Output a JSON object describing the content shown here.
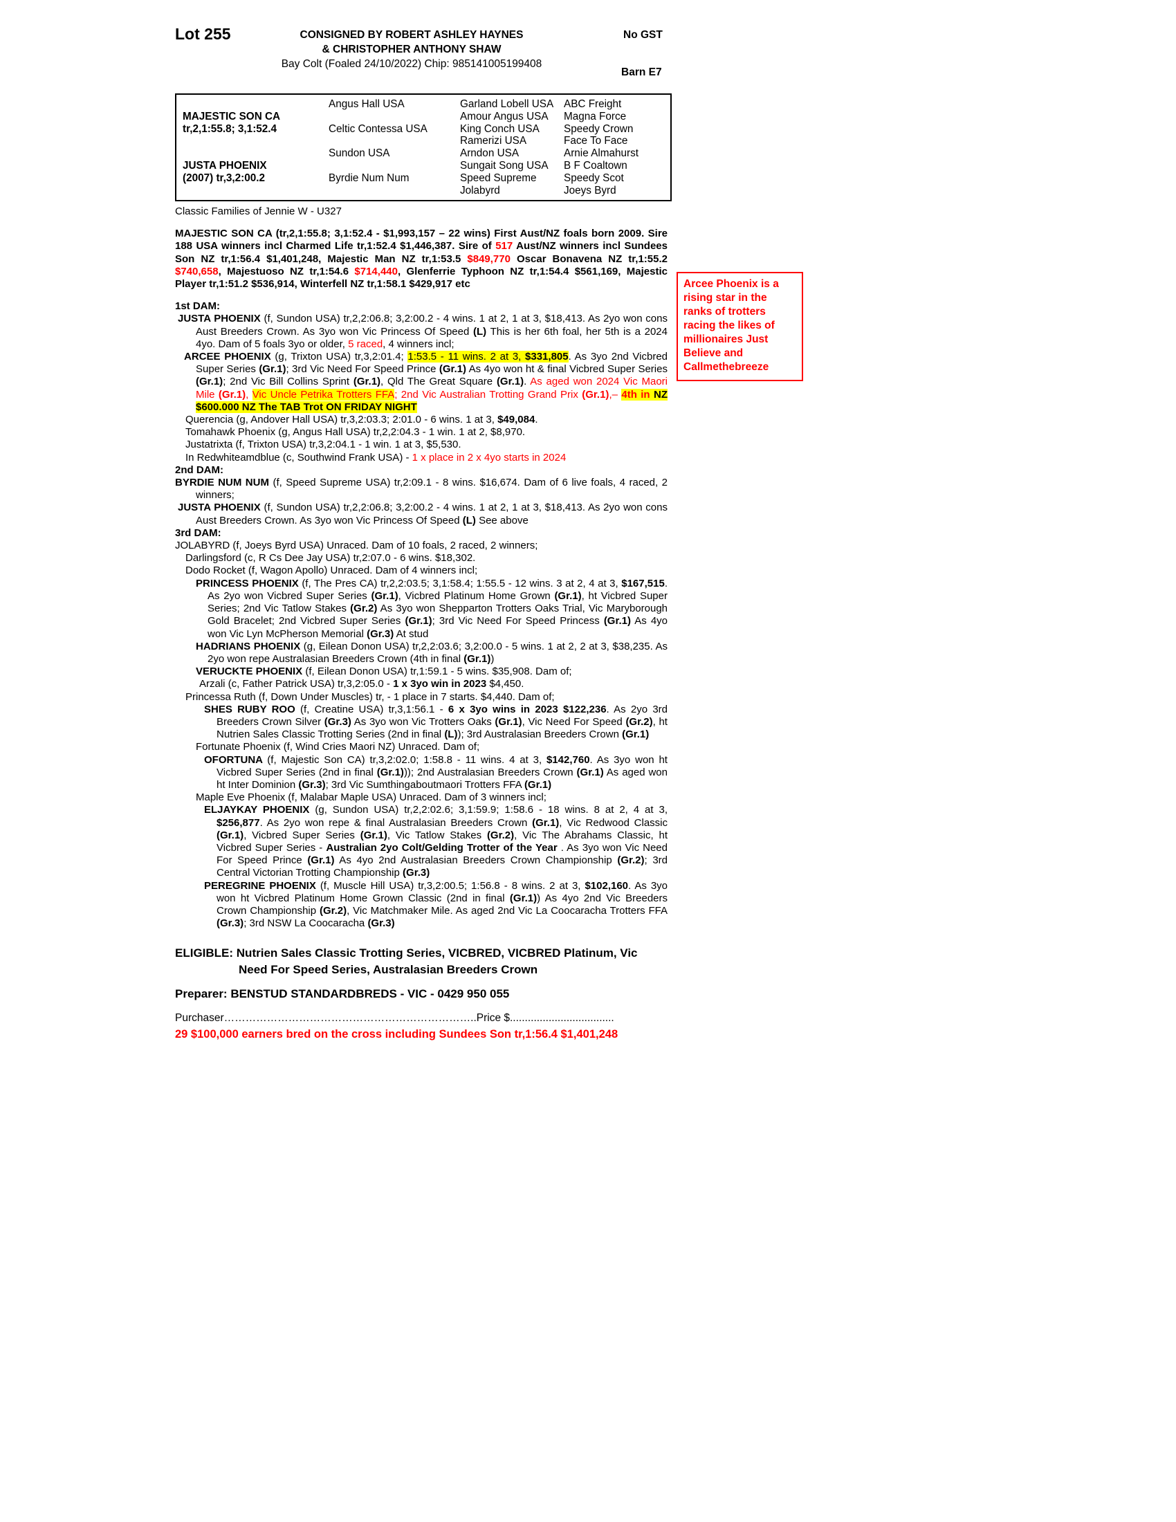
{
  "header": {
    "lot": "Lot 255",
    "consigned_line1": "CONSIGNED BY ROBERT ASHLEY HAYNES",
    "consigned_line2": "& CHRISTOPHER ANTHONY SHAW",
    "foal_info": "Bay Colt (Foaled  24/10/2022) Chip: 985141005199408",
    "no_gst": "No GST",
    "barn": "Barn E7"
  },
  "pedigree": {
    "sire": {
      "name": "MAJESTIC SON CA",
      "record": "tr,2,1:55.8; 3,1:52.4"
    },
    "dam": {
      "name": "JUSTA PHOENIX",
      "record": "(2007) tr,3,2:00.2"
    },
    "gen2": [
      "Angus Hall USA",
      "Celtic Contessa USA",
      "Sundon USA",
      "Byrdie Num Num"
    ],
    "gen3": [
      "Garland Lobell USA",
      "Amour Angus USA",
      "King Conch USA",
      "Ramerizi USA",
      "Arndon USA",
      "Sungait Song USA",
      "Speed Supreme",
      "Jolabyrd"
    ],
    "gen4": [
      "ABC Freight",
      "Magna Force",
      "Speedy Crown",
      "Face To Face",
      "Arnie Almahurst",
      "B F Coaltown",
      "Speedy Scot",
      "Joeys Byrd"
    ]
  },
  "classic_families": "Classic Families of Jennie W - U327",
  "sidebar_note": "Arcee Phoenix is a rising star in the ranks of trotters racing the likes of millionaires Just Believe and Callmethebreeze",
  "sire_note": [
    {
      "t": "MAJESTIC SON CA (tr,2,1:55.8; 3,1:52.4 - $1,993,157 – 22 wins) First Aust/NZ foals born 2009. Sire 188 USA winners incl Charmed Life tr,1:52.4 $1,446,387. Sire of ",
      "c": "b"
    },
    {
      "t": "517",
      "c": "b r"
    },
    {
      "t": " Aust/NZ winners incl Sundees Son NZ tr,1:56.4 $1,401,248, Majestic Man NZ tr,1:53.5 ",
      "c": "b"
    },
    {
      "t": "$849,770",
      "c": "b r"
    },
    {
      "t": " Oscar Bonavena NZ tr,1:55.2 ",
      "c": "b"
    },
    {
      "t": "$740,658",
      "c": "b r"
    },
    {
      "t": ", Majestuoso NZ tr,1:54.6 ",
      "c": "b"
    },
    {
      "t": "$714,440",
      "c": "b r"
    },
    {
      "t": ", Glenferrie Typhoon NZ tr,1:54.4 $561,169, Majestic Player tr,1:51.2 $536,914, Winterfell NZ tr,1:58.1 $429,917 etc",
      "c": "b"
    }
  ],
  "dam1": {
    "heading": "1st DAM:",
    "justa": [
      {
        "t": "JUSTA PHOENIX ",
        "c": "b"
      },
      {
        "t": "(f, Sundon USA) tr,2,2:06.8; 3,2:00.2 - 4 wins. 1 at 2, 1 at 3, $18,413. As 2yo won cons Aust Breeders Crown. As 3yo won Vic Princess Of Speed "
      },
      {
        "t": "(L)",
        "c": "b"
      },
      {
        "t": " This is her 6th foal, her 5th is a 2024 4yo. Dam of 5 foals 3yo or older, "
      },
      {
        "t": "5 raced",
        "c": "r"
      },
      {
        "t": ", 4 winners incl;"
      }
    ],
    "arcee": [
      {
        "t": "ARCEE PHOENIX ",
        "c": "b"
      },
      {
        "t": "(g, Trixton USA) tr,3,2:01.4; "
      },
      {
        "t": "1:53.5 - 11 wins. 2 at 3, ",
        "c": "hl"
      },
      {
        "t": "$331,805",
        "c": "b hl"
      },
      {
        "t": ". As 3yo 2nd Vicbred Super Series "
      },
      {
        "t": "(Gr.1)",
        "c": "b"
      },
      {
        "t": "; 3rd Vic Need For Speed Prince "
      },
      {
        "t": "(Gr.1)",
        "c": "b"
      },
      {
        "t": " As 4yo won ht & final Vicbred Super Series "
      },
      {
        "t": "(Gr.1)",
        "c": "b"
      },
      {
        "t": "; 2nd Vic Bill Collins Sprint "
      },
      {
        "t": "(Gr.1)",
        "c": "b"
      },
      {
        "t": ", Qld The Great Square "
      },
      {
        "t": "(Gr.1)",
        "c": "b"
      },
      {
        "t": ". "
      },
      {
        "t": "As aged won 2024 Vic Maori Mile ",
        "c": "r"
      },
      {
        "t": "(Gr.1)",
        "c": "b r"
      },
      {
        "t": ", ",
        "c": "r"
      },
      {
        "t": "Vic Uncle Petrika Trotters FFA",
        "c": "r hl"
      },
      {
        "t": "; 2nd Vic Australian Trotting Grand Prix ",
        "c": "r"
      },
      {
        "t": "(Gr.1)",
        "c": "b r"
      },
      {
        "t": ",– ",
        "c": "r"
      },
      {
        "t": "4th in",
        "c": "b r hl"
      },
      {
        "t": " NZ $600.000 NZ The TAB Trot ON FRIDAY NIGHT",
        "c": "b hl"
      }
    ],
    "querencia": [
      {
        "t": "Querencia (g, Andover Hall USA) tr,3,2:03.3; 2:01.0 - 6 wins. 1 at 3, "
      },
      {
        "t": "$49,084",
        "c": "b"
      },
      {
        "t": "."
      }
    ],
    "tomahawk": [
      {
        "t": "Tomahawk Phoenix (g, Angus Hall USA) tr,2,2:04.3 - 1 win. 1 at 2, $8,970."
      }
    ],
    "justatrixta": [
      {
        "t": "Justatrixta (f, Trixton USA) tr,3,2:04.1 - 1 win. 1 at 3, $5,530."
      }
    ],
    "redwhiteamdblue": [
      {
        "t": "In Redwhiteamdblue (c, Southwind Frank USA) - "
      },
      {
        "t": "1 x place in 2 x 4yo starts in 2024",
        "c": "r"
      }
    ]
  },
  "dam2": {
    "heading": "2nd DAM:",
    "byrdie": [
      {
        "t": "BYRDIE NUM NUM ",
        "c": "b"
      },
      {
        "t": "(f, Speed Supreme USA) tr,2:09.1 - 8 wins. $16,674. Dam of 6 live foals, 4 raced, 2 winners;"
      }
    ],
    "justa": [
      {
        "t": "JUSTA PHOENIX ",
        "c": "b"
      },
      {
        "t": "(f, Sundon USA) tr,2,2:06.8; 3,2:00.2 - 4 wins. 1 at 2, 1 at 3, $18,413. As 2yo won cons Aust Breeders Crown. As 3yo won Vic Princess Of Speed "
      },
      {
        "t": "(L)",
        "c": "b"
      },
      {
        "t": "  See above"
      }
    ]
  },
  "dam3": {
    "heading": "3rd DAM:",
    "jolabyrd": [
      {
        "t": "JOLABYRD (f, Joeys Byrd USA) Unraced. Dam of 10 foals, 2 raced, 2 winners;"
      }
    ],
    "darlingsford": [
      {
        "t": "Darlingsford (c, R Cs Dee Jay USA) tr,2:07.0 - 6 wins. $18,302."
      }
    ],
    "dodo_rocket": [
      {
        "t": "Dodo Rocket (f, Wagon Apollo) Unraced. Dam of 4 winners incl;"
      }
    ],
    "princess": [
      {
        "t": "PRINCESS PHOENIX ",
        "c": "b"
      },
      {
        "t": "(f, The Pres CA) tr,2,2:03.5; 3,1:58.4; 1:55.5 - 12 wins. 3 at 2, 4 at 3, "
      },
      {
        "t": "$167,515",
        "c": "b"
      },
      {
        "t": ". As 2yo won Vicbred Super Series "
      },
      {
        "t": "(Gr.1)",
        "c": "b"
      },
      {
        "t": ", Vicbred Platinum Home Grown "
      },
      {
        "t": "(Gr.1)",
        "c": "b"
      },
      {
        "t": ", ht Vicbred Super Series; 2nd Vic Tatlow Stakes "
      },
      {
        "t": "(Gr.2)",
        "c": "b"
      },
      {
        "t": " As 3yo won Shepparton Trotters Oaks Trial, Vic Maryborough Gold Bracelet; 2nd Vicbred Super Series "
      },
      {
        "t": "(Gr.1)",
        "c": "b"
      },
      {
        "t": "; 3rd Vic Need For Speed Princess "
      },
      {
        "t": "(Gr.1)",
        "c": "b"
      },
      {
        "t": " As 4yo won Vic Lyn McPherson Memorial "
      },
      {
        "t": "(Gr.3)",
        "c": "b"
      },
      {
        "t": " At stud"
      }
    ],
    "hadrians": [
      {
        "t": "HADRIANS PHOENIX ",
        "c": "b"
      },
      {
        "t": "(g, Eilean Donon USA) tr,2,2:03.6; 3,2:00.0 - 5 wins. 1 at 2, 2 at 3, $38,235. As 2yo won repe Australasian Breeders Crown (4th in final "
      },
      {
        "t": "(Gr.1)",
        "c": "b"
      },
      {
        "t": ")"
      }
    ],
    "veruckte": [
      {
        "t": "VERUCKTE PHOENIX ",
        "c": "b"
      },
      {
        "t": "(f, Eilean Donon USA) tr,1:59.1 - 5 wins. $35,908. Dam of;"
      }
    ],
    "arzali": [
      {
        "t": "Arzali (c, Father Patrick USA) tr,3,2:05.0 - "
      },
      {
        "t": "1 x 3yo win in 2023",
        "c": "b"
      },
      {
        "t": " $4,450."
      }
    ],
    "princessa": [
      {
        "t": "Princessa Ruth (f, Down Under Muscles) tr, - 1 place in 7 starts. $4,440. Dam of;"
      }
    ],
    "shes_ruby": [
      {
        "t": "SHES RUBY ROO ",
        "c": "b"
      },
      {
        "t": "(f, Creatine USA) tr,3,1:56.1 - "
      },
      {
        "t": "6 x 3yo wins in 2023 $122,236",
        "c": "b"
      },
      {
        "t": ". As 2yo 3rd Breeders Crown Silver "
      },
      {
        "t": "(Gr.3)",
        "c": "b"
      },
      {
        "t": " As 3yo won Vic Trotters Oaks "
      },
      {
        "t": "(Gr.1)",
        "c": "b"
      },
      {
        "t": ", Vic Need For Speed "
      },
      {
        "t": "(Gr.2)",
        "c": "b"
      },
      {
        "t": ", ht Nutrien Sales Classic Trotting Series (2nd in final "
      },
      {
        "t": "(L)",
        "c": "b"
      },
      {
        "t": "); 3rd Australasian Breeders Crown "
      },
      {
        "t": "(Gr.1)",
        "c": "b"
      }
    ],
    "fortunate": [
      {
        "t": "Fortunate Phoenix (f, Wind Cries Maori NZ) Unraced. Dam of;"
      }
    ],
    "ofortuna": [
      {
        "t": "OFORTUNA ",
        "c": "b"
      },
      {
        "t": "(f, Majestic Son CA) tr,3,2:02.0; 1:58.8 - 11 wins. 4 at 3, "
      },
      {
        "t": "$142,760",
        "c": "b"
      },
      {
        "t": ". As 3yo won ht Vicbred Super Series (2nd in final "
      },
      {
        "t": "(Gr.1)",
        "c": "b"
      },
      {
        "t": ")); 2nd Australasian Breeders Crown "
      },
      {
        "t": "(Gr.1)",
        "c": "b"
      },
      {
        "t": " As aged won ht Inter Dominion "
      },
      {
        "t": "(Gr.3)",
        "c": "b"
      },
      {
        "t": "; 3rd Vic Sumthingaboutmaori Trotters FFA "
      },
      {
        "t": "(Gr.1)",
        "c": "b"
      }
    ],
    "maple": [
      {
        "t": "Maple Eve Phoenix (f, Malabar Maple USA) Unraced. Dam of 3 winners incl;"
      }
    ],
    "eljaykay": [
      {
        "t": "ELJAYKAY PHOENIX ",
        "c": "b"
      },
      {
        "t": "(g, Sundon USA) tr,2,2:02.6; 3,1:59.9; 1:58.6 - 18 wins. 8 at 2, 4 at 3, "
      },
      {
        "t": "$256,877",
        "c": "b"
      },
      {
        "t": ". As 2yo won repe & final Australasian Breeders Crown "
      },
      {
        "t": "(Gr.1)",
        "c": "b"
      },
      {
        "t": ", Vic Redwood Classic "
      },
      {
        "t": "(Gr.1)",
        "c": "b"
      },
      {
        "t": ", Vicbred Super Series "
      },
      {
        "t": "(Gr.1)",
        "c": "b"
      },
      {
        "t": ", Vic Tatlow Stakes "
      },
      {
        "t": "(Gr.2)",
        "c": "b"
      },
      {
        "t": ", Vic The Abrahams Classic, ht Vicbred Super Series - "
      },
      {
        "t": "Australian 2yo Colt/Gelding Trotter of the Year",
        "c": "b"
      },
      {
        "t": " . As 3yo won Vic Need For Speed Prince "
      },
      {
        "t": "(Gr.1)",
        "c": "b"
      },
      {
        "t": " As 4yo 2nd Australasian Breeders Crown Championship "
      },
      {
        "t": "(Gr.2)",
        "c": "b"
      },
      {
        "t": "; 3rd Central Victorian Trotting Championship "
      },
      {
        "t": "(Gr.3)",
        "c": "b"
      }
    ],
    "peregrine": [
      {
        "t": "PEREGRINE PHOENIX ",
        "c": "b"
      },
      {
        "t": "(f, Muscle Hill USA) tr,3,2:00.5; 1:56.8 - 8 wins. 2 at 3, "
      },
      {
        "t": "$102,160",
        "c": "b"
      },
      {
        "t": ". As 3yo won ht Vicbred Platinum Home Grown Classic (2nd in final "
      },
      {
        "t": "(Gr.1)",
        "c": "b"
      },
      {
        "t": ") As 4yo 2nd Vic Breeders Crown Championship "
      },
      {
        "t": "(Gr.2)",
        "c": "b"
      },
      {
        "t": ", Vic Matchmaker Mile. As aged 2nd Vic La Coocaracha Trotters FFA "
      },
      {
        "t": "(Gr.3)",
        "c": "b"
      },
      {
        "t": "; 3rd NSW La Coocaracha "
      },
      {
        "t": "(Gr.3)",
        "c": "b"
      }
    ]
  },
  "footer": {
    "eligible": "ELIGIBLE: Nutrien Sales Classic Trotting Series, VICBRED, VICBRED Platinum, Vic Need For Speed Series, Australasian Breeders Crown",
    "preparer": "Preparer: BENSTUD STANDARDBREDS - VIC - 0429 950 055",
    "purchaser": "Purchaser……………………………………………………………..Price $...................................",
    "cross_note": "29 $100,000 earners bred on the cross including Sundees Son tr,1:56.4 $1,401,248"
  },
  "colors": {
    "accent_red": "#ff0000",
    "highlight_yellow": "#ffff00"
  }
}
